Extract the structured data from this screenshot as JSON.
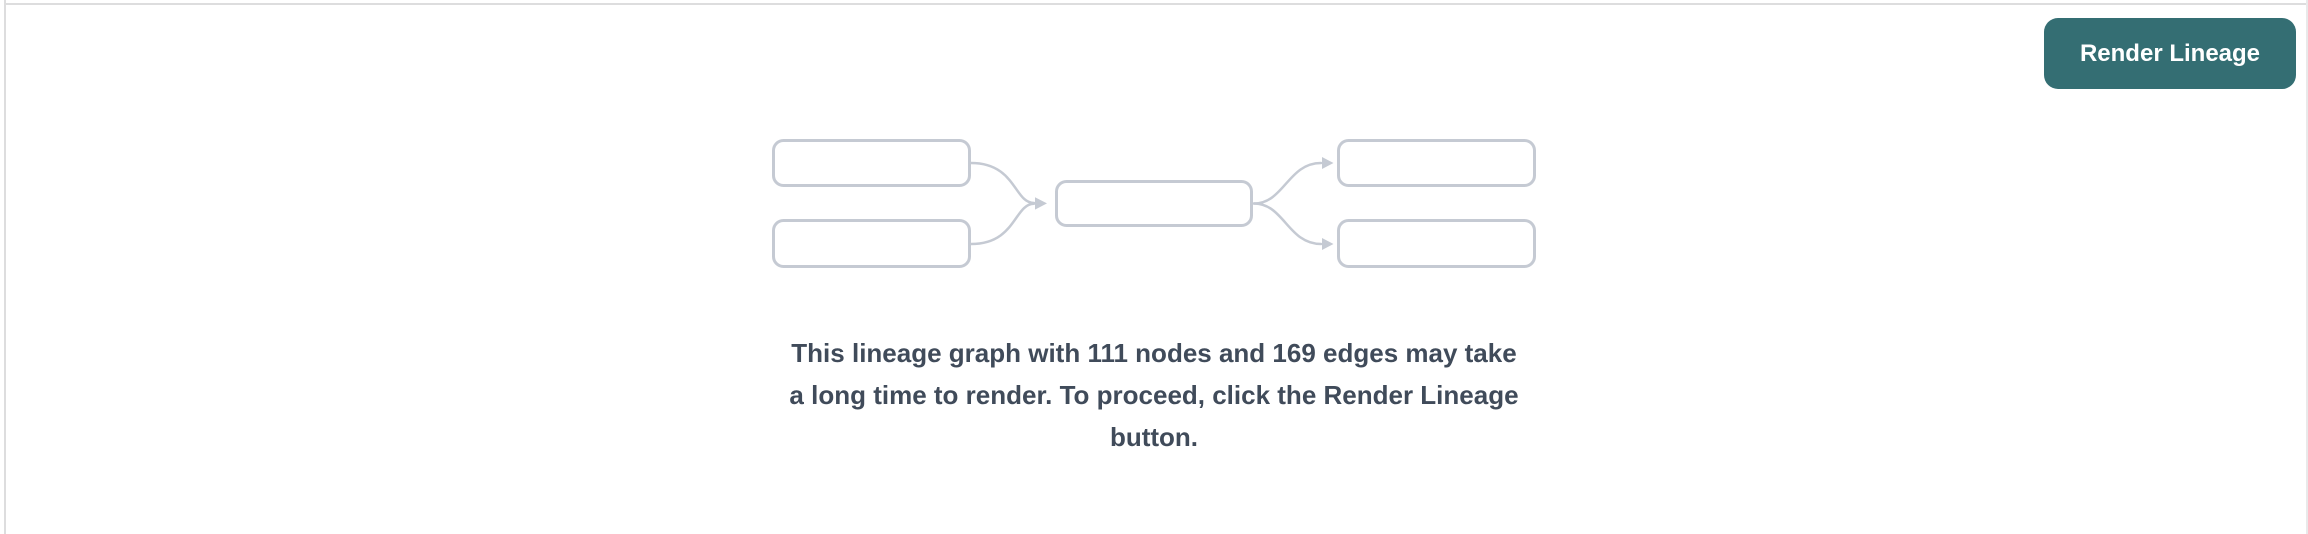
{
  "toolbar": {
    "render_button_label": "Render Lineage"
  },
  "notice": {
    "message": "This lineage graph with 111 nodes and 169 edges may take a long time to render. To proceed, click the Render Lineage button.",
    "lines": [
      "This lineage graph with 111 nodes and 169 edges may take",
      "a long time to render. To proceed, click the Render Lineage",
      "button."
    ],
    "node_count": "111",
    "edge_count": "169"
  },
  "illustration": {
    "name": "lineage-graph-placeholder"
  },
  "colors": {
    "accent_teal": "#346E73",
    "text_dark": "#404B5A",
    "diagram_stroke": "#C5CAD3",
    "divider": "#DDDDDE",
    "background": "#FFFFFF"
  }
}
